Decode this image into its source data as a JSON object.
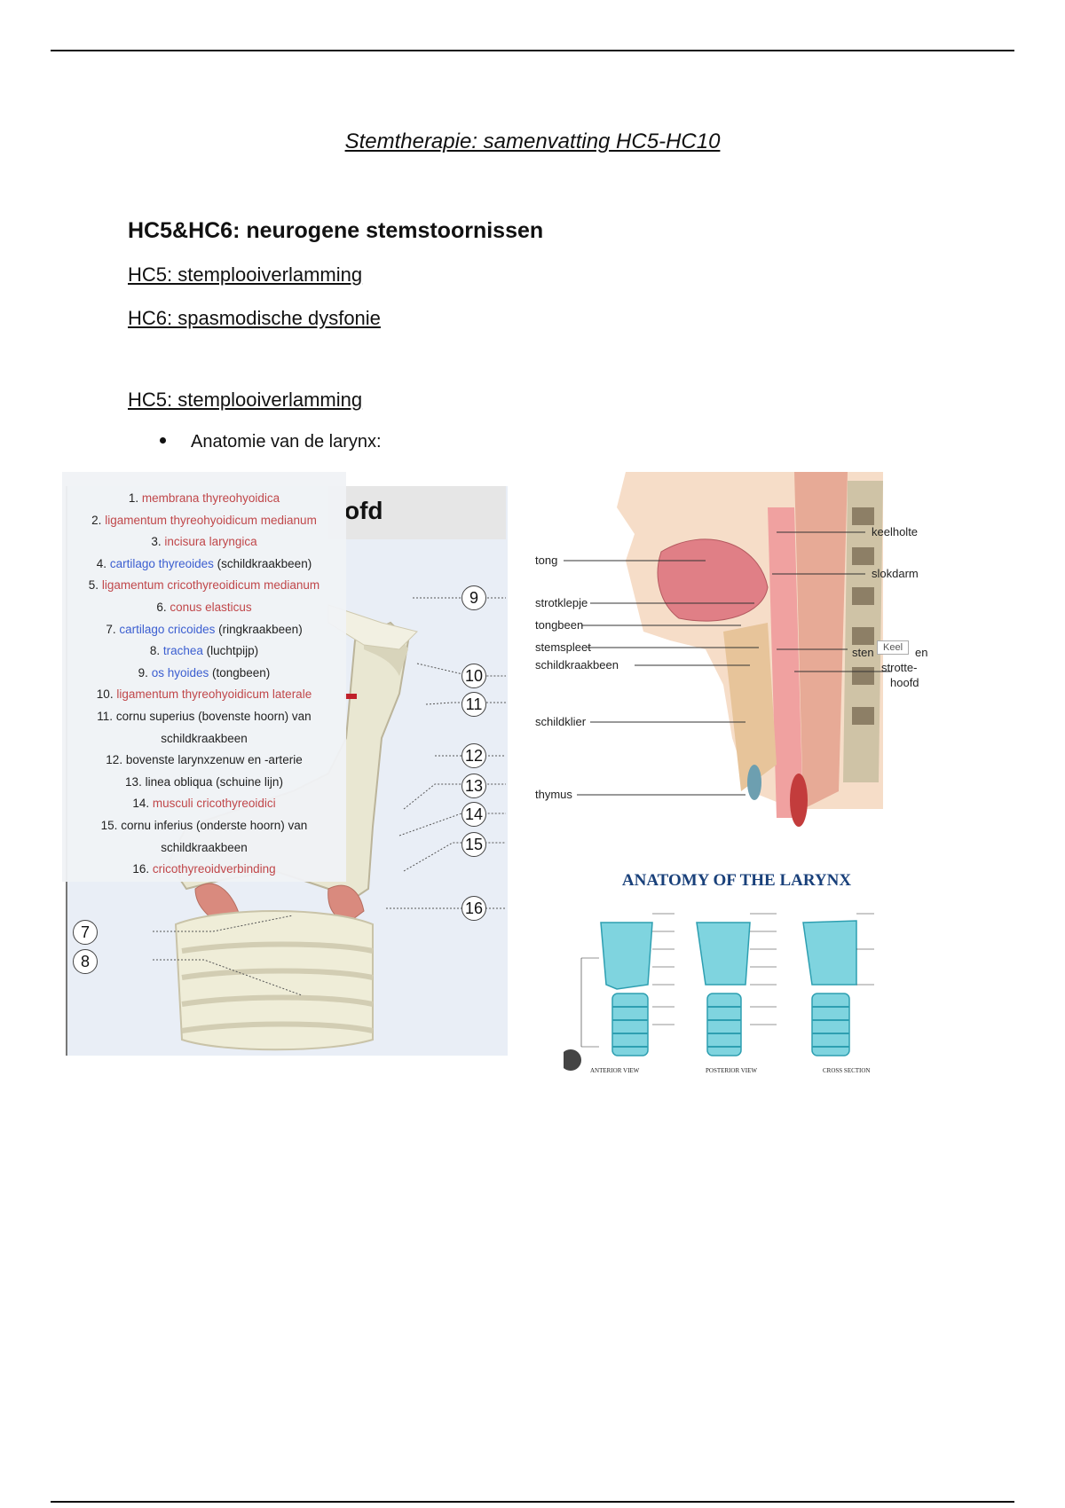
{
  "document": {
    "title": "Stemtherapie: samenvatting HC5-HC10",
    "heading_main": "HC5&HC6: neurogene stemstoornissen",
    "toc": [
      "HC5: stemplooiverlamming",
      "HC6: spasmodische dysfonie"
    ],
    "section_heading": "HC5: stemplooiverlamming",
    "bullet": "Anatomie van de larynx:"
  },
  "figure_left": {
    "header_fragment": "ofd",
    "callout_items": [
      {
        "num": "1.",
        "text": "membrana thyreohyoidica",
        "extra": "",
        "color": "red"
      },
      {
        "num": "2.",
        "text": "ligamentum thyreohyoidicum medianum",
        "extra": "",
        "color": "red"
      },
      {
        "num": "3.",
        "text": "incisura laryngica",
        "extra": "",
        "color": "red"
      },
      {
        "num": "4.",
        "text": "cartilago thyreoides",
        "extra": " (schildkraakbeen)",
        "color": "blue"
      },
      {
        "num": "5.",
        "text": "ligamentum cricothyreoidicum medianum",
        "extra": "",
        "color": "red"
      },
      {
        "num": "6.",
        "text": "conus elasticus",
        "extra": "",
        "color": "red"
      },
      {
        "num": "7.",
        "text": "cartilago cricoides",
        "extra": " (ringkraakbeen)",
        "color": "blue"
      },
      {
        "num": "8.",
        "text": "trachea",
        "extra": " (luchtpijp)",
        "color": "blue"
      },
      {
        "num": "9.",
        "text": "os hyoides",
        "extra": " (tongbeen)",
        "color": "blue"
      },
      {
        "num": "10.",
        "text": "ligamentum thyreohyoidicum laterale",
        "extra": "",
        "color": "red"
      },
      {
        "num": "11.",
        "text": "cornu superius (bovenste hoorn) van",
        "extra": "",
        "color": "blk"
      },
      {
        "num": "",
        "text": "schildkraakbeen",
        "extra": "",
        "color": "blk"
      },
      {
        "num": "12.",
        "text": "bovenste larynxzenuw en -arterie",
        "extra": "",
        "color": "blk"
      },
      {
        "num": "13.",
        "text": "linea obliqua (schuine lijn)",
        "extra": "",
        "color": "blk"
      },
      {
        "num": "14.",
        "text": "musculi cricothyreoidici",
        "extra": "",
        "color": "red"
      },
      {
        "num": "15.",
        "text": "cornu inferius (onderste hoorn) van",
        "extra": "",
        "color": "blk"
      },
      {
        "num": "",
        "text": "schildkraakbeen",
        "extra": "",
        "color": "blk"
      },
      {
        "num": "16.",
        "text": "cricothyreoidverbinding",
        "extra": "",
        "color": "red"
      }
    ],
    "markers": [
      "9",
      "10",
      "11",
      "12",
      "13",
      "14",
      "15",
      "16",
      "7",
      "8"
    ]
  },
  "figure_mid": {
    "labels_left": [
      "tong",
      "strotklepje",
      "tongbeen",
      "stemspleet",
      "schildkraakbeen",
      "schildklier",
      "thymus"
    ],
    "labels_right": [
      "keelholte",
      "slokdarm",
      "sten",
      "Keel",
      "en",
      "strotte-",
      "hoofd"
    ]
  },
  "figure_bottom": {
    "title": "ANATOMY OF THE LARYNX",
    "views": [
      "ANTERIOR VIEW",
      "POSTERIOR VIEW",
      "CROSS SECTION"
    ]
  },
  "colors": {
    "red": "#c0474a",
    "blue": "#3b5ed0",
    "teal": "#5cc3d4",
    "navy": "#19407a"
  }
}
